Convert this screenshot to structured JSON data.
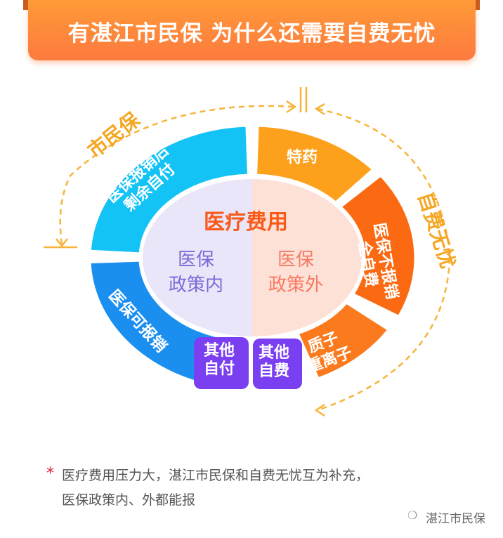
{
  "header": {
    "title": "有湛江市民保 为什么还需要自费无忧"
  },
  "diagram": {
    "center_title": "医疗费用",
    "inner_left": [
      "医保",
      "政策内"
    ],
    "inner_right": [
      "医保",
      "政策外"
    ],
    "left_arc_label": "市民保",
    "right_arc_label": "自费无忧",
    "segments": {
      "remaining_self_pay": [
        "医保报销后",
        "剩余自付"
      ],
      "reimbursable": "医保可报销",
      "other_self_pay_in": [
        "其他",
        "自付"
      ],
      "other_self_pay_out": [
        "其他",
        "自费"
      ],
      "special_drugs": "特药",
      "not_reimbursed": [
        "医保不报销",
        "全自费"
      ],
      "proton": [
        "质子",
        "重离子"
      ]
    },
    "colors": {
      "cyan": "#14c3f5",
      "blue": "#1b8ff0",
      "purple": "#7a3ff0",
      "orange": "#fda11d",
      "red_orange": "#fb6a12",
      "proton": "#fb7a1e",
      "inner_left": "#e8e6f8",
      "inner_right": "#fde0d6",
      "arc": "#f7b43a",
      "center_title": "#fa5a19",
      "inner_left_text": "#7c69d8",
      "inner_right_text": "#f77a62"
    }
  },
  "footer": {
    "line1": "医疗费用压力大，湛江市民保和自费无忧互为补充，",
    "line2": "医保政策内、外都能报",
    "watermark": "湛江市民保"
  }
}
